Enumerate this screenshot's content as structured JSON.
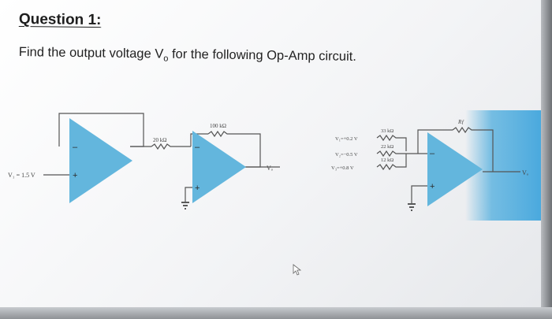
{
  "question": {
    "title": "Question 1:",
    "text_before": "Find the output voltage V",
    "text_sub": "o",
    "text_after": " for the following Op-Amp circuit."
  },
  "circuit": {
    "input_source": "V₁ = 1.5 V",
    "r_input": "20 kΩ",
    "r_feedback_2": "100 kΩ",
    "vo_label": "Vₒ",
    "summer_inputs": [
      "V₁=+0.2 V",
      "V₂=−0.5 V",
      "V₃=+0.8 V"
    ],
    "summer_resistors": [
      "33 kΩ",
      "22 kΩ",
      "12 kΩ"
    ],
    "rf_label": "Rƒ",
    "output_label": "Vₒ"
  },
  "colors": {
    "opamp_fill": "#63b6dd",
    "wire": "#555555"
  }
}
